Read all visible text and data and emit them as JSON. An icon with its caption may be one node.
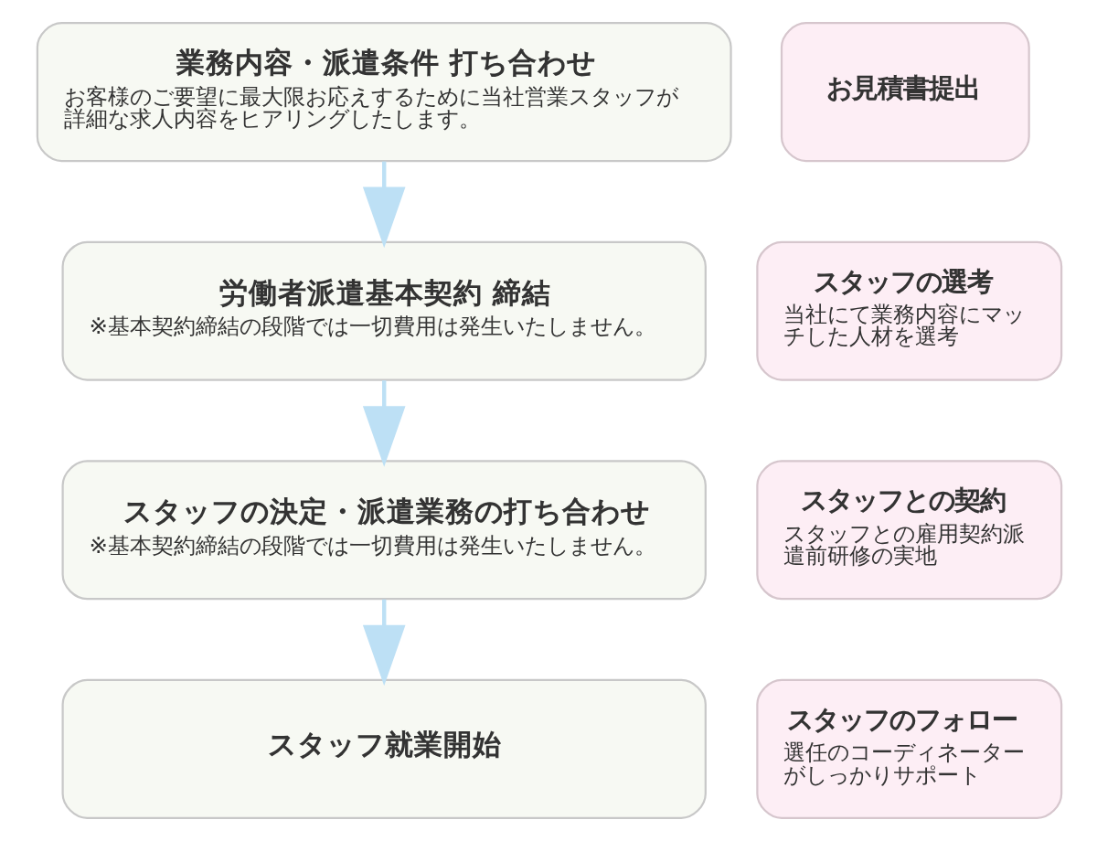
{
  "diagram": {
    "nodes": [
      {
        "text": [
          "業務内容・派遣条件 打ち合わせ",
          "お客様のご要望に最大限お応えするために当社営業スタッフが詳細な求人内容をヒアリングしたします。"
        ]
      },
      {
        "text": [
          "お見積書提出"
        ]
      },
      {
        "text": [
          "労働者派遣基本契約 締結",
          "※基本契約締結の段階では一切費用は発生いたしません。"
        ]
      },
      {
        "text": [
          "スタッフの選考",
          "当社にて業務内容にマッチした人材を選考"
        ]
      },
      {
        "text": [
          "スタッフの決定・派遣業務の打ち合わせ",
          "※基本契約締結の段階では一切費用は発生いたしません。"
        ]
      },
      {
        "text": [
          "スタッフとの契約",
          "スタッフとの雇用契約派遣前研修の実地"
        ]
      },
      {
        "text": [
          "スタッフ就業開始"
        ]
      },
      {
        "text": [
          "スタッフのフォロー",
          "選任のコーディネーターがしっかりサポート"
        ]
      }
    ],
    "edges": [
      {
        "from": 0,
        "to": 2,
        "arrow": "to"
      },
      {
        "from": 2,
        "to": 4,
        "arrow": "to"
      },
      {
        "from": 4,
        "to": 6,
        "arrow": "to"
      }
    ]
  }
}
